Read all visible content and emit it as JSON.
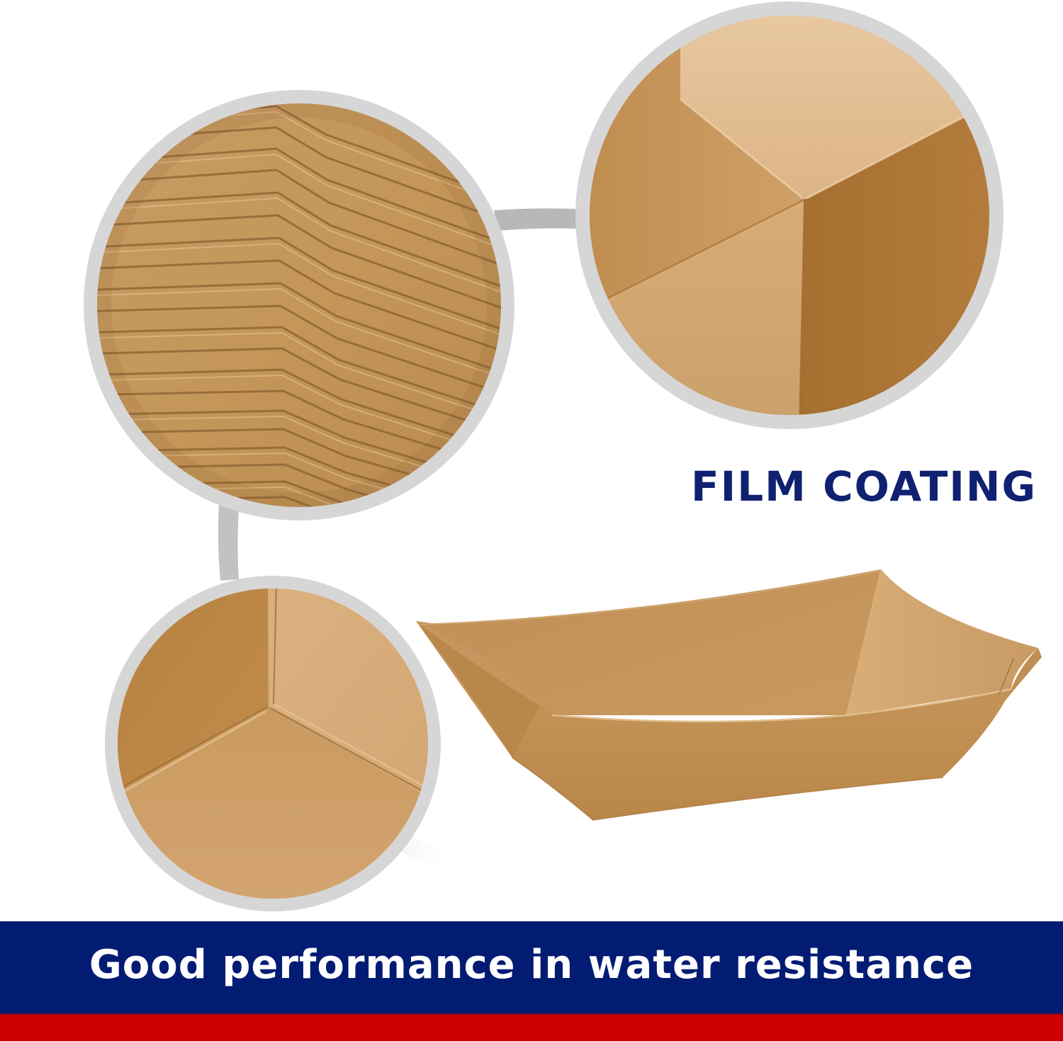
{
  "page": {
    "kind": "product-feature-infographic",
    "background": "#ffffff"
  },
  "feature": {
    "title": "FILM COATING",
    "title_color": "#0f2170"
  },
  "banner": {
    "text": "Good performance in water resistance",
    "primary_color": "#021b73",
    "accent_color": "#cc0000",
    "text_color": "#ffffff"
  },
  "detail_circles": [
    {
      "id": "stacked-edges",
      "subject": "stacked kraft paper tray edges close-up",
      "ring_color": "#d6d6d6"
    },
    {
      "id": "outer-corner",
      "subject": "kraft paper tray outer corner fold close-up",
      "ring_color": "#d6d6d6"
    },
    {
      "id": "inner-corner",
      "subject": "kraft paper tray inner corner seam close-up",
      "ring_color": "#d6d6d6"
    }
  ],
  "connectors": {
    "color": "#b8b8b8"
  },
  "product": {
    "subject": "brown kraft paper food tray",
    "kraft_light": "#d2a46c",
    "kraft_mid": "#c39258",
    "kraft_dark": "#a97435"
  }
}
